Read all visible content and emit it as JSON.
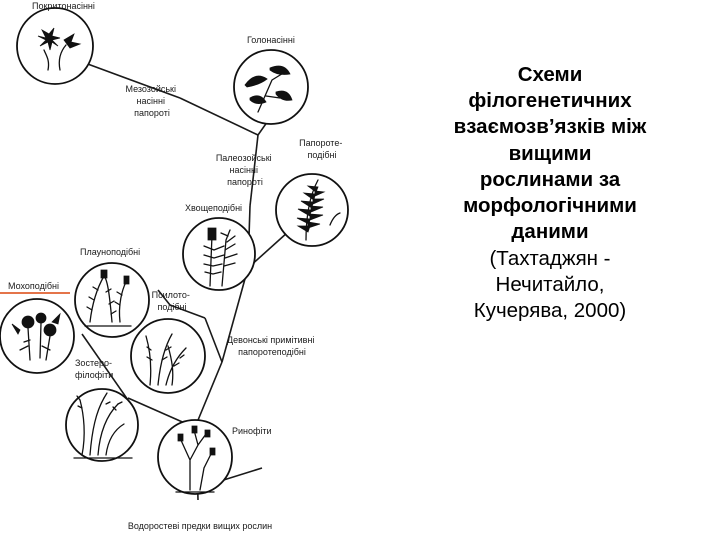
{
  "labels": {
    "angiosperms": "Покритонасінні",
    "gymnosperms": "Голонасінні",
    "mesozoic_seed_ferns": [
      "Мезозойські",
      "насінні",
      "папороті"
    ],
    "fern_like": [
      "Папороте-",
      "подібні"
    ],
    "paleozoic_seed_ferns": [
      "Палеозойські",
      "насінні",
      "папороті"
    ],
    "horsetails": "Хвощеподібні",
    "lycopods": "Плауноподібні",
    "mosses": "Мохоподібні",
    "psilotoids": [
      "Псилото-",
      "подібні"
    ],
    "devonian_ferns": [
      "Девонські примітивні",
      "папоротеподібні"
    ],
    "zosterophyllophytes": [
      "Зостеро-",
      "філофіти"
    ],
    "rhyniophytes": "Ринофіти",
    "algal_ancestors": "Водоростеві предки вищих рослин"
  },
  "caption": {
    "bold_lines": [
      "Схеми",
      "філогенетичних",
      "взаємозв’язків між",
      "вищими",
      "рослинами за",
      "морфологічними",
      "даними"
    ],
    "normal_lines": [
      "(Тахтаджян -",
      "Нечитайло,",
      "Кучерява, 2000)"
    ]
  },
  "colors": {
    "mosses_underline": "#e06030"
  }
}
